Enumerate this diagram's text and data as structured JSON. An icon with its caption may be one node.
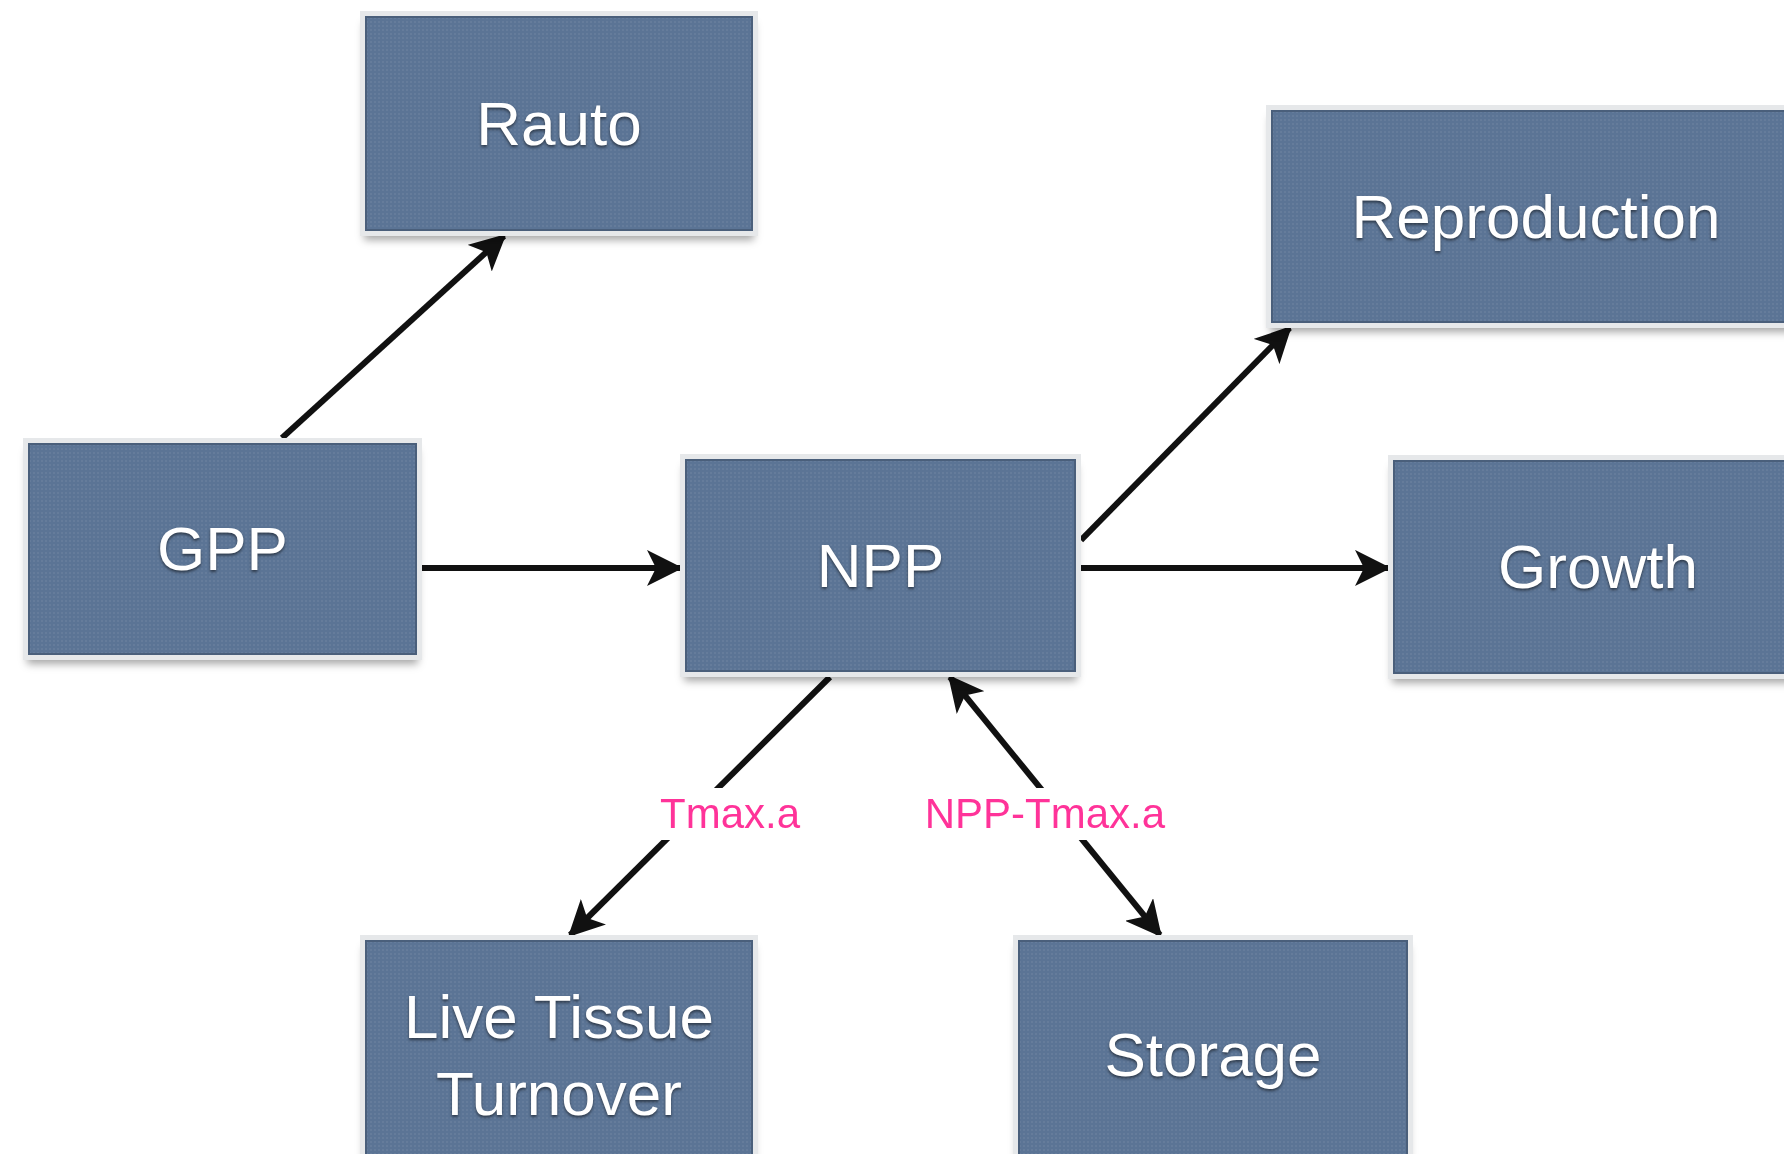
{
  "diagram": {
    "nodes": [
      {
        "text": [
          "Rauto"
        ]
      },
      {
        "text": [
          "Reproduction"
        ]
      },
      {
        "text": [
          "GPP"
        ]
      },
      {
        "text": [
          "NPP"
        ]
      },
      {
        "text": [
          "Growth"
        ]
      },
      {
        "text": [
          "Live Tissue Turnover"
        ]
      },
      {
        "text": [
          "Storage"
        ]
      }
    ],
    "edges": [
      {
        "from": 2,
        "to": 0,
        "arrow": "to"
      },
      {
        "from": 2,
        "to": 3,
        "arrow": "to"
      },
      {
        "from": 3,
        "to": 1,
        "arrow": "to"
      },
      {
        "from": 3,
        "to": 4,
        "arrow": "to"
      },
      {
        "from": 3,
        "to": 5,
        "arrow": "to",
        "label": "Tmax.a"
      },
      {
        "from": 3,
        "to": 6,
        "arrow": "both",
        "label": "NPP-Tmax.a"
      }
    ]
  }
}
